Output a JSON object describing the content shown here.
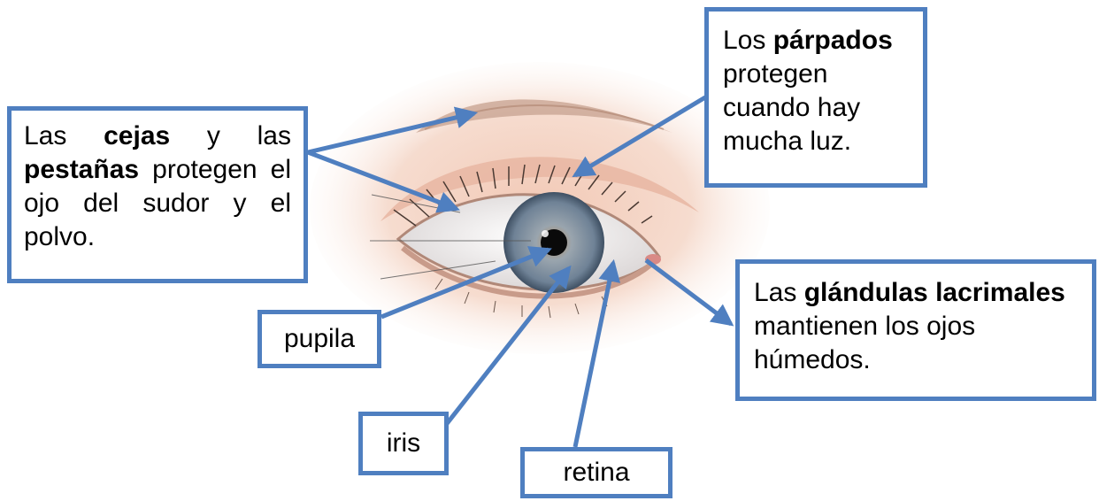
{
  "labels": {
    "cejas": {
      "t1": "Las ",
      "b1": "cejas",
      "t2": " y las ",
      "b2": "pestañas",
      "t3": " protegen el ojo del sudor y el polvo."
    },
    "parpados": {
      "t1": "Los ",
      "b1": "párpados",
      "t2": " protegen cuando hay mucha luz."
    },
    "glandulas": {
      "t1": "Las ",
      "b1": "glándulas lacrimales",
      "t2": " mantienen los ojos húmedos."
    },
    "pupila": "pupila",
    "iris": "iris",
    "retina": "retina"
  },
  "colors": {
    "box_border": "#4f7fc0",
    "arrow": "#4f7fc0",
    "iris": "#8a9bb0",
    "skin": "#efc6b3"
  }
}
